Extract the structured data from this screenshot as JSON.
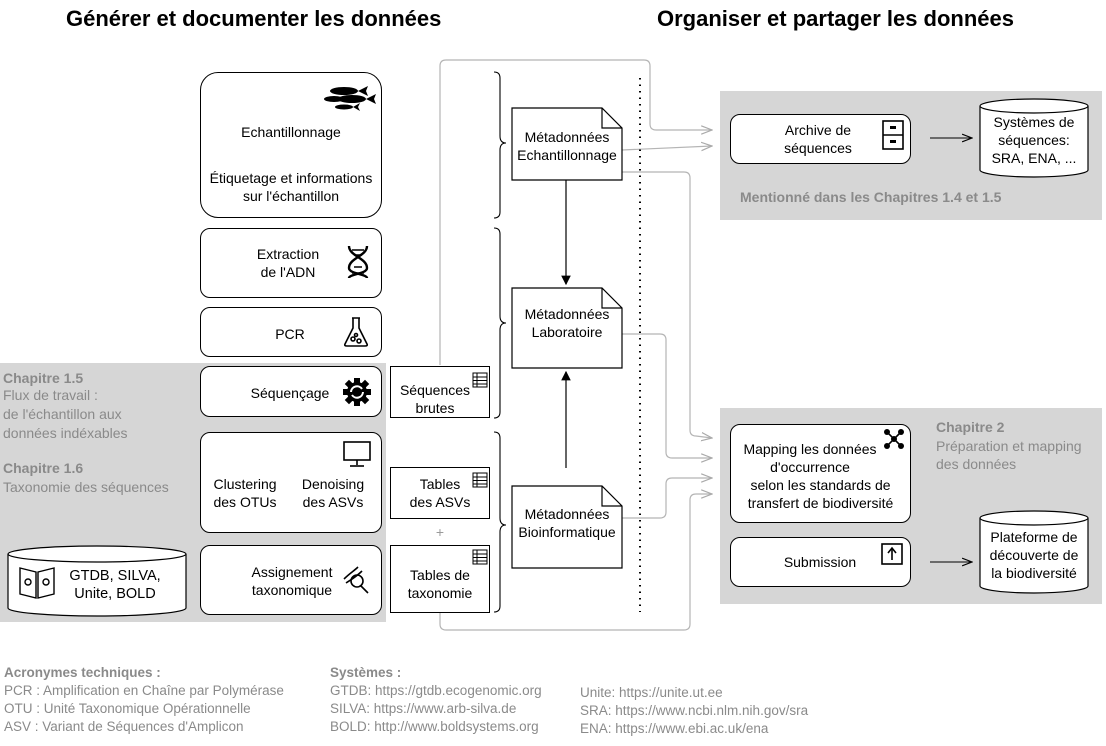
{
  "headings": {
    "left": "Générer et documenter les données",
    "right": "Organiser et partager les données"
  },
  "left_panel": {
    "ch15_title": "Chapitre 1.5",
    "ch15_l1": "Flux de travail :",
    "ch15_l2": "de l'échantillon aux",
    "ch15_l3": "données indéxables",
    "ch16_title": "Chapitre 1.6",
    "ch16_l1": "Taxonomie des séquences"
  },
  "database": {
    "l1": "GTDB, SILVA,",
    "l2": "Unite, BOLD"
  },
  "steps": {
    "sampling": "Echantillonnage",
    "labeling_l1": "Étiquetage et informations",
    "labeling_l2": "sur l'échantillon",
    "extraction_l1": "Extraction",
    "extraction_l2": "de l'ADN",
    "pcr": "PCR",
    "sequencing": "Séquençage",
    "clustering_l1": "Clustering",
    "clustering_l2": "des OTUs",
    "denoising_l1": "Denoising",
    "denoising_l2": "des ASVs",
    "assignment_l1": "Assignement",
    "assignment_l2": "taxonomique"
  },
  "outputs": {
    "raw_l1": "Séquences",
    "raw_l2": "brutes",
    "asv_l1": "Tables",
    "asv_l2": "des ASVs",
    "plus": "+",
    "tax_l1": "Tables de",
    "tax_l2": "taxonomie"
  },
  "metadata": {
    "sampling_l1": "Métadonnées",
    "sampling_l2": "Echantillonnage",
    "lab_l1": "Métadonnées",
    "lab_l2": "Laboratoire",
    "bio_l1": "Métadonnées",
    "bio_l2": "Bioinformatique"
  },
  "right_top": {
    "archive_l1": "Archive de",
    "archive_l2": "séquences",
    "systems_l1": "Systèmes de",
    "systems_l2": "séquences:",
    "systems_l3": "SRA, ENA, ...",
    "caption": "Mentionné dans les Chapitres 1.4 et 1.5"
  },
  "right_bottom": {
    "ch2_title": "Chapitre 2",
    "ch2_l1": "Préparation et mapping",
    "ch2_l2": "des données",
    "mapping_l1": "Mapping les données",
    "mapping_l2": "d'occurrence",
    "mapping_l3": "selon les standards de",
    "mapping_l4": "transfert de biodiversité",
    "submission": "Submission",
    "platform_l1": "Plateforme de",
    "platform_l2": "découverte de",
    "platform_l3": "la biodiversité"
  },
  "footer": {
    "acr_title": "Acronymes techniques :",
    "acr_1": "PCR : Amplification en Chaîne par Polymérase",
    "acr_2": "OTU : Unité Taxonomique Opérationnelle",
    "acr_3": "ASV : Variant de Séquences d'Amplicon",
    "sys_title": "Systèmes :",
    "sys_1": "GTDB: https://gtdb.ecogenomic.org",
    "sys_2": "SILVA: https://www.arb-silva.de",
    "sys_3": "BOLD: http://www.boldsystems.org",
    "sys_4": "Unite: https://unite.ut.ee",
    "sys_5": "SRA: https://www.ncbi.nlm.nih.gov/sra",
    "sys_6": "ENA: https://www.ebi.ac.uk/ena"
  },
  "colors": {
    "panel": "#d6d6d6",
    "muted_text": "#8a8a8a",
    "line": "#000000",
    "faint_line": "#b5b5b5"
  },
  "icons": [
    "fish-icon",
    "dna-icon",
    "flask-icon",
    "gear-icon",
    "monitor-icon",
    "network-icon",
    "book-icon",
    "magnifier-icon",
    "cabinet-icon",
    "upload-icon",
    "list-icon"
  ]
}
